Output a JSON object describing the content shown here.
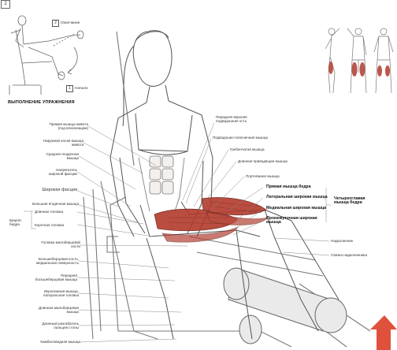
{
  "step_number": "2",
  "inset": {
    "title": "ВЫПОЛНЕНИЕ УПРАЖНЕНИЯ",
    "end_label": "Окончание",
    "end_step": "2",
    "start_label": "Начало",
    "start_step": "1"
  },
  "labels_left": [
    "Прямая мышца живота",
    "(под влагалищем)",
    "Наружная косая мышца",
    "живота",
    "Средняя ягодичная",
    "мышца",
    "Напрягатель",
    "широкой фасции",
    "Широкая фасция",
    "Большая ягодичная мышца",
    "Длинная головка",
    "Бицепс",
    "бедра",
    "Короткая головка",
    "Головка малоберцовой",
    "кости",
    "Большеберцовая кость,",
    "медиальная поверхность",
    "Передняя",
    "большеберцовая мышца",
    "Икроножная мышца,",
    "латеральная головка",
    "Длинная малоберцовая",
    "мышца",
    "Длинный разгибатель",
    "пальцев стопы",
    "Камбаловидная мышца"
  ],
  "labels_right": [
    "Передняя верхняя",
    "подвздошная ость",
    "Подвздошно-поясничная мышца",
    "Гребенчатая мышца",
    "Длинная приводящая мышца",
    "Портняжная мышца",
    "Прямая мышца бедра",
    "Латеральная широкая мышца",
    "Медиальная широкая мышца",
    "Промежуточная широкая",
    "мышца",
    "Надколенник",
    "Связка надколенника"
  ],
  "group_label": [
    "Четырехглавая",
    "мышца бедра"
  ],
  "colors": {
    "muscle_red": "#b13a2c",
    "arrow_red": "#e0513c",
    "sketch": "#6a6a6a"
  }
}
